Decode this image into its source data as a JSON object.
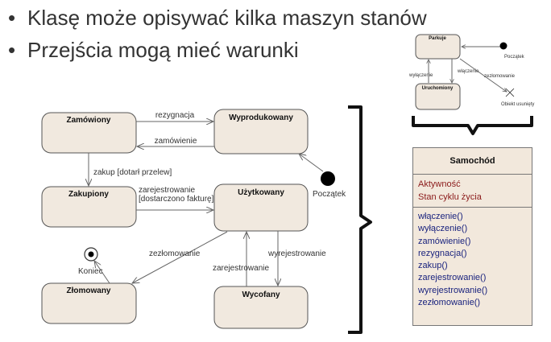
{
  "bullets": [
    "Klasę może opisywać kilka maszyn stanów",
    "Przejścia mogą mieć warunki"
  ],
  "states": {
    "zamowiony": "Zamówiony",
    "wyprodukowany": "Wyprodukowany",
    "zakupiony": "Zakupiony",
    "uzytkowany": "Użytkowany",
    "zlomowany": "Złomowany",
    "wycofany": "Wycofany"
  },
  "transitions": {
    "rezygnacja": "rezygnacja",
    "zamowienie": "zamówienie",
    "zakup": "zakup [dotarł przelew]",
    "zarejestrowanie_1": "zarejestrowanie",
    "zarejestrowanie_2": "[dostarczono fakturę]",
    "zezlomowanie": "zezłomowanie",
    "wyrejestrowanie": "wyrejestrowanie",
    "zarejestrowanie": "zarejestrowanie"
  },
  "pseudo": {
    "start": "Początek",
    "end": "Koniec"
  },
  "mini": {
    "state1": "Parkuje",
    "state2": "Uruchomiony",
    "start": "Początek",
    "end": "Obiekt usunięty",
    "t1": "włączenie",
    "t2": "wyłączenie",
    "t3": "zezłomowanie"
  },
  "class_box": {
    "name": "Samochód",
    "attributes": [
      "Aktywność",
      "Stan cyklu życia"
    ],
    "operations": [
      "włączenie()",
      "wyłączenie()",
      "zamówienie()",
      "rezygnacja()",
      "zakup()",
      "zarejestrowanie()",
      "wyrejestrowanie()",
      "zezłomowanie()"
    ],
    "colors": {
      "attribute": "#8b1a1a",
      "operation": "#1a237e",
      "fill": "#f2e8dc"
    }
  }
}
